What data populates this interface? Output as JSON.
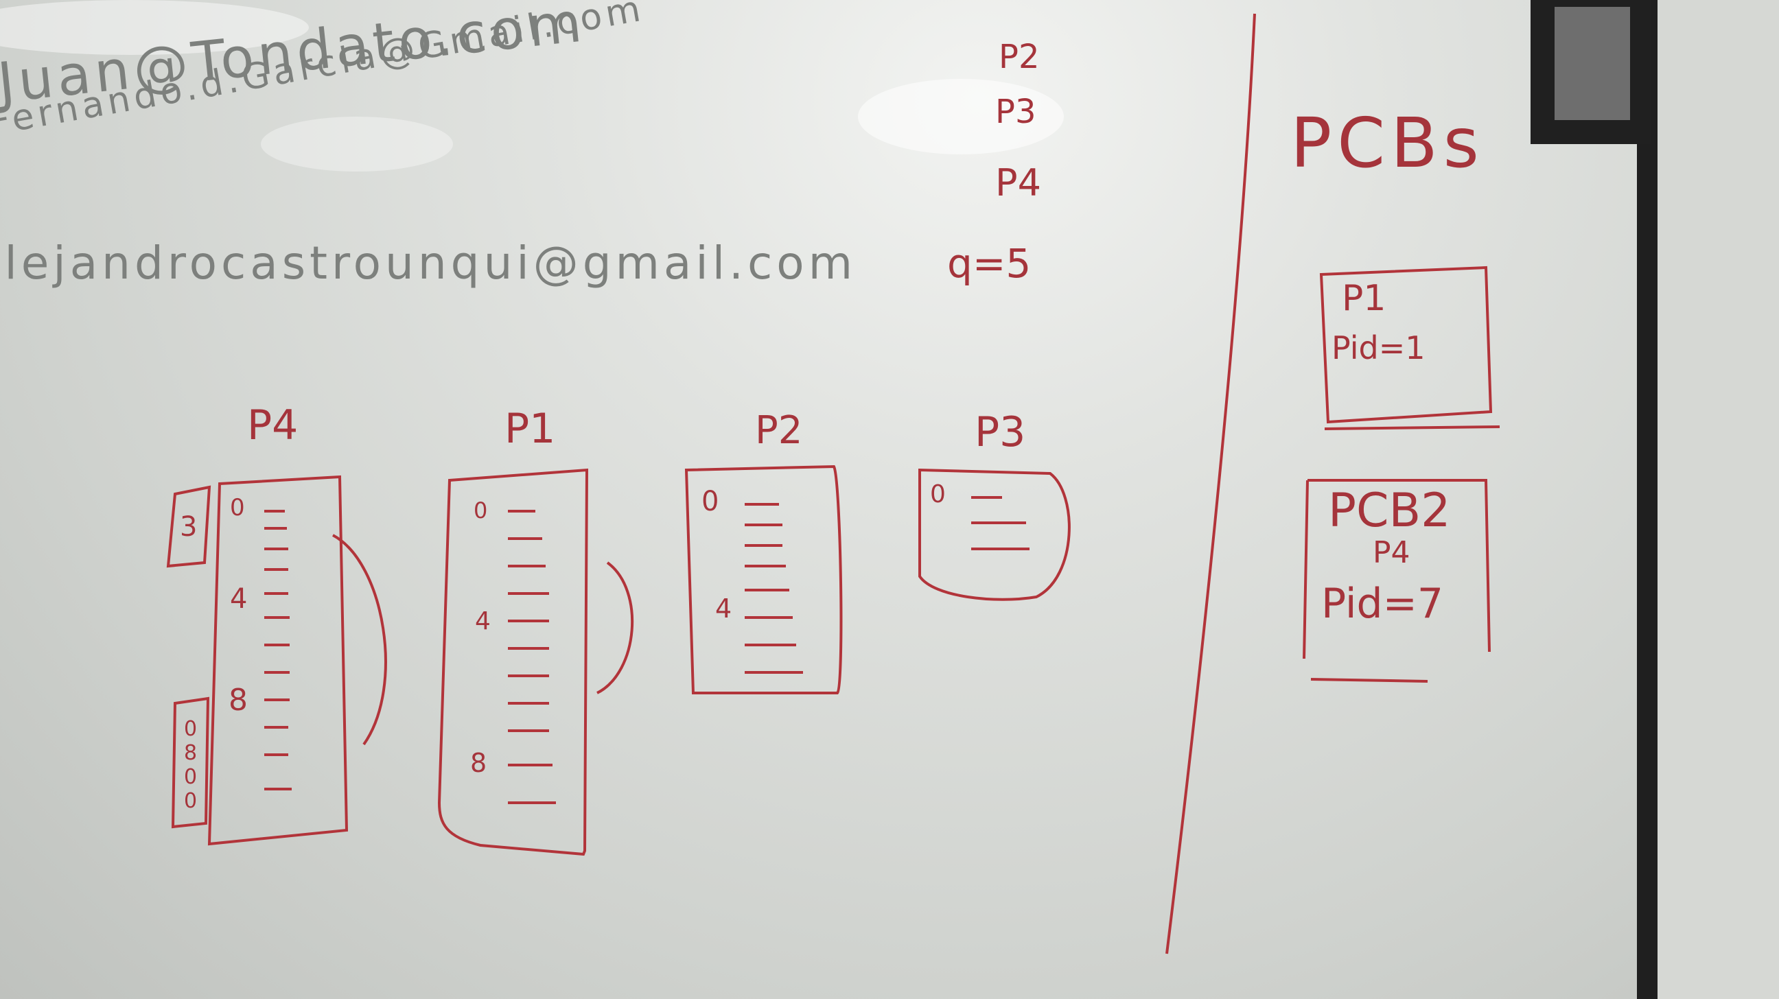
{
  "emails": [
    "Juan@Tondato.com",
    "Fernando.d.Garcia@Gmail.com",
    "alejandrocastrounqui@gmail.com"
  ],
  "process_list": [
    "P2",
    "P3",
    "P4",
    "q=5"
  ],
  "memory_blocks": [
    {
      "label": "P4",
      "marks": [
        "0",
        "4",
        "8"
      ],
      "side_tags": [
        "3",
        "0800"
      ]
    },
    {
      "label": "P1",
      "marks": [
        "0",
        "4",
        "8"
      ]
    },
    {
      "label": "P2",
      "marks": [
        "0",
        "4"
      ]
    },
    {
      "label": "P3",
      "marks": [
        "0"
      ]
    }
  ],
  "pcbs": {
    "title": "PCBs",
    "cards": [
      {
        "name": "P1",
        "pid": "Pid=1"
      },
      {
        "name": "PCB2",
        "sub": "P4",
        "pid": "Pid=7"
      }
    ]
  },
  "ink_colors": {
    "gray": "#7d807d",
    "red": "#a5343b",
    "black": "#1a1a1a"
  }
}
